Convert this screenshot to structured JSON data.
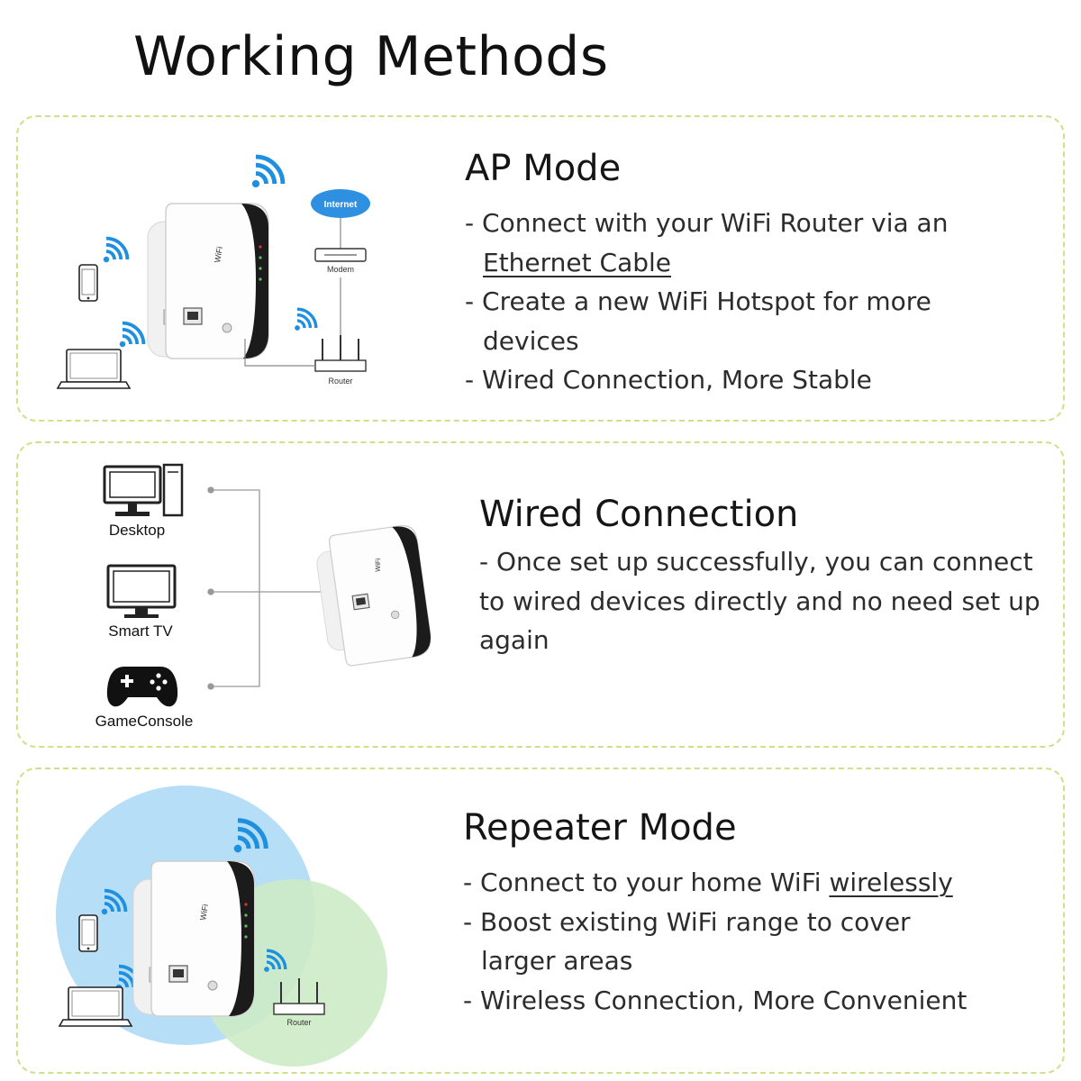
{
  "page": {
    "title": "Working Methods"
  },
  "ap_mode": {
    "title": "AP Mode",
    "bullets": [
      {
        "prefix": "- ",
        "text": "Connect with your WiFi Router via an"
      },
      {
        "prefix": "",
        "text": "Ethernet Cable",
        "underline": true,
        "indent": true
      },
      {
        "prefix": "- ",
        "text": "Create a new WiFi Hotspot for more"
      },
      {
        "prefix": "",
        "text": "devices",
        "indent": true
      },
      {
        "prefix": "- ",
        "text": "Wired Connection, More Stable"
      }
    ],
    "diagram": {
      "internet_label": "Internet",
      "modem_label": "Modem",
      "router_label": "Router"
    }
  },
  "wired": {
    "title": "Wired Connection",
    "bullets": [
      {
        "prefix": "- ",
        "text": "Once set up successfully, you can connect to wired devices directly and no need set up again"
      }
    ],
    "diagram": {
      "desktop_label": "Desktop",
      "tv_label": "Smart TV",
      "console_label": "GameConsole"
    }
  },
  "repeater": {
    "title": "Repeater Mode",
    "bullets": [
      {
        "prefix": "- ",
        "text": "Connect to your home WiFi ",
        "underline_text": "wirelessly"
      },
      {
        "prefix": "- ",
        "text": "Boost existing WiFi range to cover"
      },
      {
        "prefix": "",
        "text": "larger areas",
        "indent": true
      },
      {
        "prefix": "- ",
        "text": "Wireless Connection, More Convenient"
      }
    ],
    "diagram": {
      "router_label": "Router"
    }
  },
  "colors": {
    "panel_border": "#cfe08a",
    "wifi_blue": "#1f8fe0",
    "internet_blue": "#2f8fe0",
    "coverage_blue": "#a9d8f5",
    "coverage_green": "#cdebc6"
  }
}
